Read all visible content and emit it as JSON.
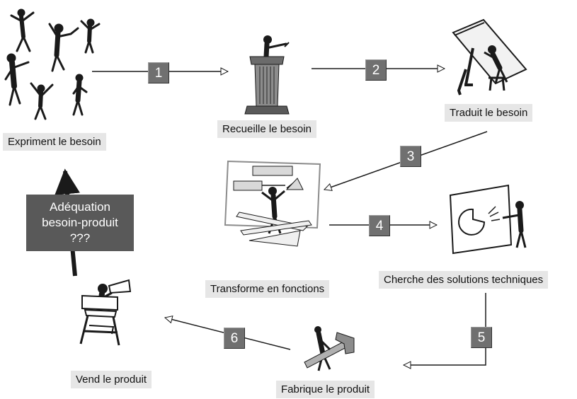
{
  "labels": {
    "actor_1": "Expriment le besoin",
    "actor_2": "Recueille le besoin",
    "actor_3": "Traduit le besoin",
    "actor_4": "Transforme en fonctions",
    "actor_5": "Cherche des solutions techniques",
    "actor_6": "Fabrique le produit",
    "actor_7": "Vend le produit"
  },
  "steps": [
    "1",
    "2",
    "3",
    "4",
    "5",
    "6"
  ],
  "feedback": {
    "line1": "Adéquation",
    "line2": "besoin-produit",
    "line3": "???"
  },
  "colors": {
    "step_box": "#707070",
    "label_bg": "#e6e6e6",
    "verdict_box": "#595959",
    "ink": "#1a1a1a"
  }
}
